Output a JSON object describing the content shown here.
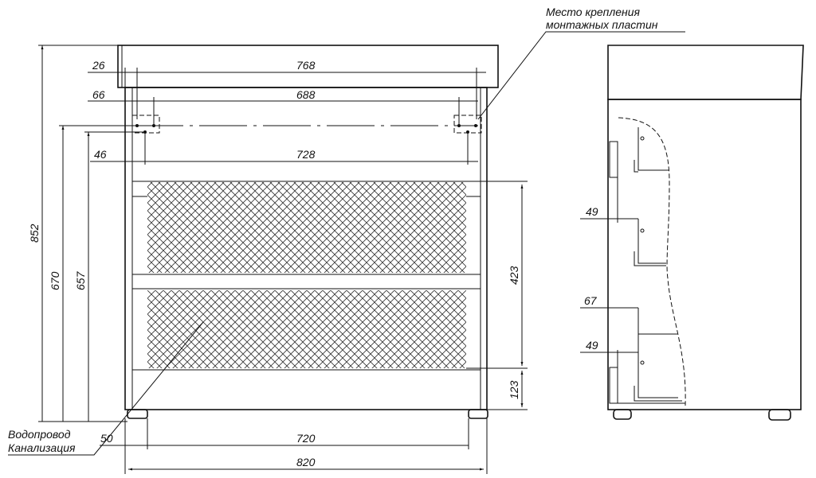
{
  "title": "Cabinet assembly drawing",
  "annotations": {
    "mount_place_line1": "Место крепления",
    "mount_place_line2": "монтажных пластин",
    "water_supply": "Водопровод",
    "sewage": "Канализация"
  },
  "front_dimensions": {
    "overall_height": "852",
    "height_670": "670",
    "height_657": "657",
    "offset_26": "26",
    "width_768": "768",
    "offset_66": "66",
    "width_688": "688",
    "offset_46": "46",
    "width_728": "728",
    "drawers_height": "423",
    "plinth_height": "123",
    "offset_50": "50",
    "width_720": "720",
    "overall_width": "820"
  },
  "side_dimensions": {
    "depth_49_top": "49",
    "depth_67": "67",
    "depth_49_bottom": "49"
  }
}
